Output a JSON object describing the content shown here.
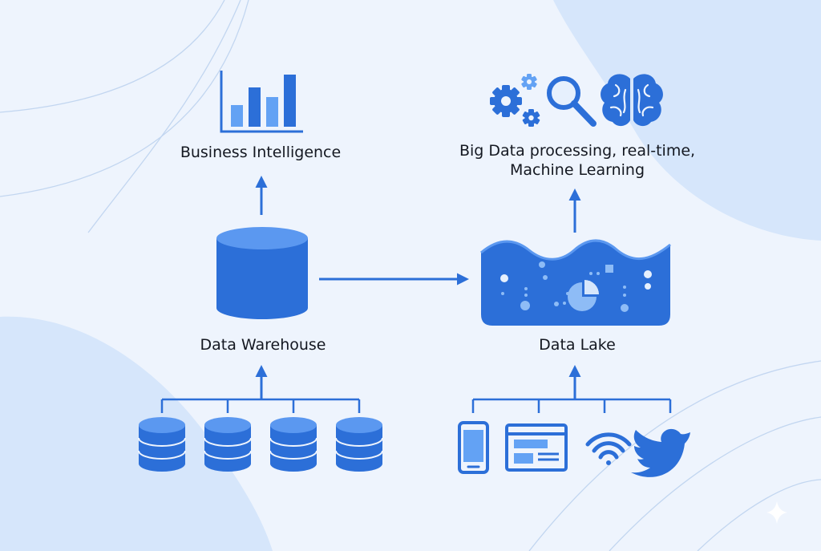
{
  "diagram": {
    "business_intelligence_label": "Business Intelligence",
    "big_data_label_line1": "Big Data processing, real-time,",
    "big_data_label_line2": "Machine Learning",
    "data_warehouse_label": "Data Warehouse",
    "data_lake_label": "Data Lake"
  },
  "colors": {
    "background": "#eef4fd",
    "accent_blue": "#2c6fd8",
    "light_blue": "#63a2f4",
    "blob_blue": "#d6e6fb",
    "text": "#141821"
  },
  "icons": {
    "bi": "bar-chart-icon",
    "warehouse": "database-cylinder-icon",
    "lake": "data-lake-water-icon",
    "processing": [
      "gears-icon",
      "magnifier-icon",
      "brain-icon"
    ],
    "warehouse_sources": [
      "database-stack-icon",
      "database-stack-icon",
      "database-stack-icon",
      "database-stack-icon"
    ],
    "lake_sources": [
      "smartphone-icon",
      "web-page-icon",
      "wifi-icon",
      "bird-icon"
    ],
    "corner": "sparkle-icon"
  }
}
